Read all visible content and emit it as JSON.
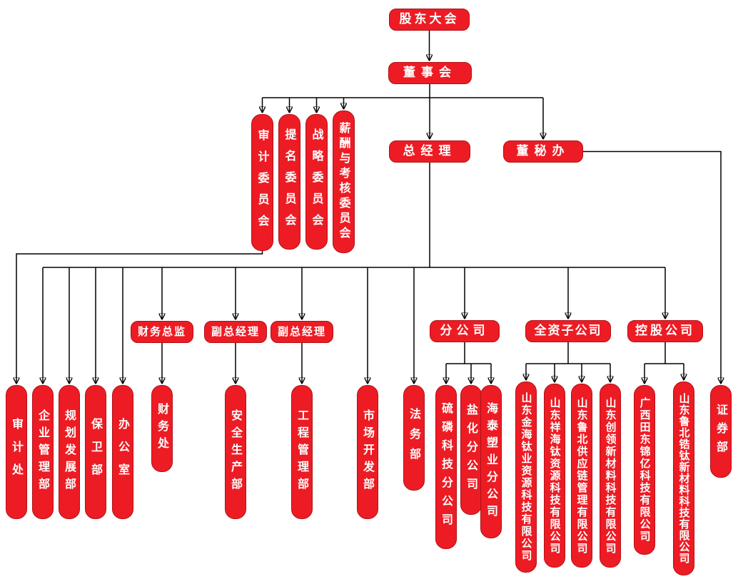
{
  "colors": {
    "node_fill": "#ed1c24",
    "node_text": "#ffffff",
    "line": "#000000",
    "background": "#ffffff"
  },
  "nodes": {
    "shareholders": {
      "label": "股东大会"
    },
    "board": {
      "label": "董事会"
    },
    "audit_committee": {
      "label": "审计委员会"
    },
    "nomination_committee": {
      "label": "提名委员会"
    },
    "strategy_committee": {
      "label": "战略委员会"
    },
    "remuneration_committee": {
      "label": "薪酬与考核委员会"
    },
    "general_manager": {
      "label": "总经理"
    },
    "board_secretary_office": {
      "label": "董秘办"
    },
    "cfo": {
      "label": "财务总监"
    },
    "deputy_gm_1": {
      "label": "副总经理"
    },
    "deputy_gm_2": {
      "label": "副总经理"
    },
    "branch_companies": {
      "label": "分公司"
    },
    "wholly_owned_subsidiaries": {
      "label": "全资子公司"
    },
    "holding_companies": {
      "label": "控股公司"
    },
    "audit_office": {
      "label": "审计处"
    },
    "enterprise_mgmt": {
      "label": "企业管理部"
    },
    "planning_dev": {
      "label": "规划发展部"
    },
    "security_dept": {
      "label": "保卫部"
    },
    "general_office": {
      "label": "办公室"
    },
    "finance_office": {
      "label": "财务处"
    },
    "safety_production": {
      "label": "安全生产部"
    },
    "engineering_mgmt": {
      "label": "工程管理部"
    },
    "market_dev": {
      "label": "市场开发部"
    },
    "legal_dept": {
      "label": "法务部"
    },
    "sulfur_phosphorus_branch": {
      "label": "硫磷科技分公司"
    },
    "salt_chem_branch": {
      "label": "盐化分公司"
    },
    "haitai_plastics_branch": {
      "label": "海泰塑业分公司"
    },
    "jinhai_titanium": {
      "label": "山东金海钛业资源科技有限公司"
    },
    "xianghai_titanium": {
      "label": "山东祥海钛资源科技有限公司"
    },
    "lubei_supply_chain": {
      "label": "山东鲁北供应链管理有限公司"
    },
    "chuangling_materials": {
      "label": "山东创领新材料科技有限公司"
    },
    "guangxi_tiandong": {
      "label": "广西田东锦亿科技有限公司"
    },
    "lubei_zirconium": {
      "label": "山东鲁北锆钛新材料科技有限公司"
    },
    "securities_dept": {
      "label": "证券部"
    }
  },
  "hierarchy": {
    "shareholders": [
      "board"
    ],
    "board": [
      "audit_committee",
      "nomination_committee",
      "strategy_committee",
      "remuneration_committee",
      "general_manager",
      "board_secretary_office"
    ],
    "audit_committee": [
      "audit_office"
    ],
    "general_manager": [
      "enterprise_mgmt",
      "planning_dev",
      "security_dept",
      "general_office",
      "cfo",
      "deputy_gm_1",
      "deputy_gm_2",
      "market_dev",
      "legal_dept",
      "branch_companies",
      "wholly_owned_subsidiaries",
      "holding_companies"
    ],
    "cfo": [
      "finance_office"
    ],
    "deputy_gm_1": [
      "safety_production"
    ],
    "deputy_gm_2": [
      "engineering_mgmt"
    ],
    "branch_companies": [
      "sulfur_phosphorus_branch",
      "salt_chem_branch",
      "haitai_plastics_branch"
    ],
    "wholly_owned_subsidiaries": [
      "jinhai_titanium",
      "xianghai_titanium",
      "lubei_supply_chain",
      "chuangling_materials"
    ],
    "holding_companies": [
      "guangxi_tiandong",
      "lubei_zirconium"
    ],
    "board_secretary_office": [
      "securities_dept"
    ]
  }
}
